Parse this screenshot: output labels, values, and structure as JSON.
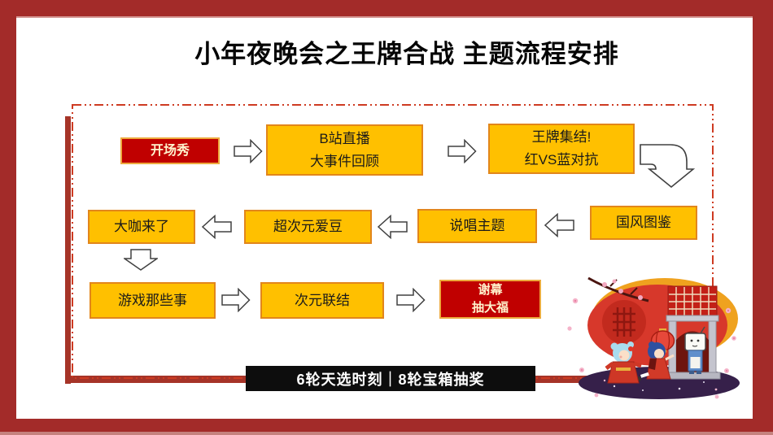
{
  "title": "小年夜晚会之王牌合战 主题流程安排",
  "banner": {
    "label": "6轮天选时刻｜8轮宝箱抽奖"
  },
  "flow": {
    "nodes": [
      {
        "label": "开场秀"
      },
      {
        "line1": "B站直播",
        "line2": "大事件回顾"
      },
      {
        "line1": "王牌集结!",
        "line2": "红VS蓝对抗"
      },
      {
        "label": "大咖来了"
      },
      {
        "label": "超次元爱豆"
      },
      {
        "label": "说唱主题"
      },
      {
        "label": "国风图鉴"
      },
      {
        "label": "游戏那些事"
      },
      {
        "label": "次元联结"
      },
      {
        "line1": "谢幕",
        "line2": "抽大福"
      }
    ]
  },
  "colors": {
    "frame_red": "#A32B29",
    "box_yellow": "#FFC000",
    "box_yellow_border": "#E2861B",
    "box_red": "#C00000",
    "box_red_border": "#EDAA3E",
    "box_red_text": "#FFF3CD",
    "dashed_border": "#CE3B22",
    "accent_line": "#A63428",
    "banner_bg": "#0D0D0D",
    "banner_text": "#FFFFFF",
    "arrow_outline": "#404040"
  },
  "illustration": {
    "name": "chinese-new-year-chibi-scene"
  }
}
